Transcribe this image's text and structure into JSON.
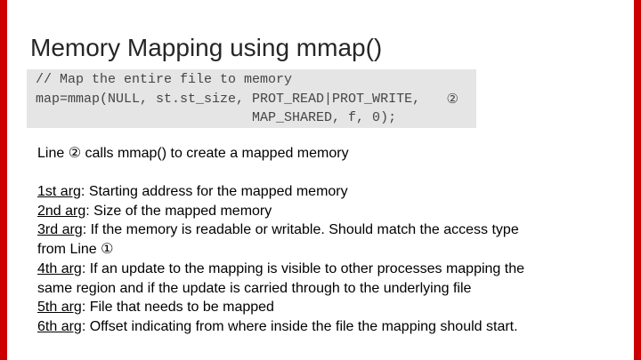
{
  "slide": {
    "title": "Memory Mapping using mmap()",
    "accent_color": "#cc0000",
    "code_block": {
      "bg_color": "#e5e5e5",
      "lines": [
        "// Map the entire file to memory",
        "map=mmap(NULL, st.st_size, PROT_READ|PROT_WRITE,",
        "                           MAP_SHARED, f, 0);"
      ],
      "line_marker": "②"
    },
    "lead_text": "Line ② calls mmap() to create a mapped memory",
    "args": [
      {
        "label": "1st arg",
        "text": ": Starting address for the mapped memory"
      },
      {
        "label": "2nd arg",
        "text": ": Size of the mapped memory"
      },
      {
        "label": "3rd arg",
        "text": ": If the memory is readable or writable. Should match the access type"
      },
      {
        "label": "",
        "text": "from Line ①"
      },
      {
        "label": "4th arg",
        "text": ": If an update to the mapping is visible to other processes mapping the"
      },
      {
        "label": "",
        "text": "same region and if the update is carried through to the underlying file"
      },
      {
        "label": "5th arg",
        "text": ": File that needs to be mapped"
      },
      {
        "label": "6th arg",
        "text": ": Offset indicating from where inside the file the mapping should start."
      }
    ]
  }
}
